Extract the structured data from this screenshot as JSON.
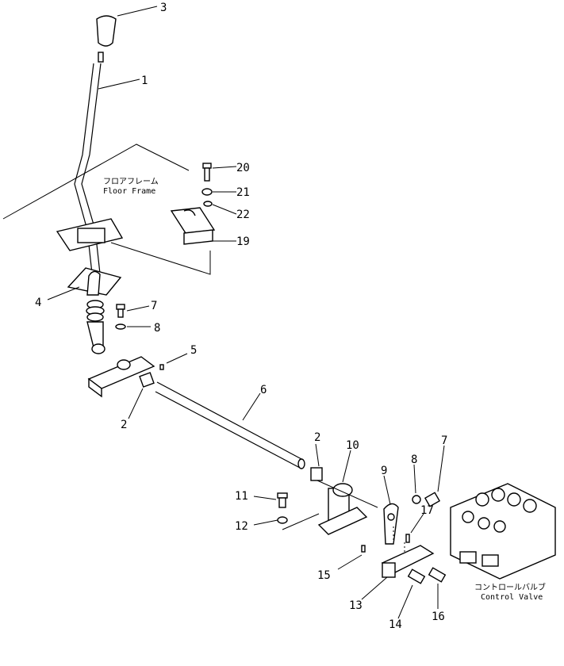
{
  "diagram": {
    "callouts": {
      "c1": "1",
      "c2a": "2",
      "c2b": "2",
      "c3": "3",
      "c4": "4",
      "c5": "5",
      "c6": "6",
      "c7a": "7",
      "c7b": "7",
      "c8a": "8",
      "c8b": "8",
      "c9": "9",
      "c10": "10",
      "c11": "11",
      "c12": "12",
      "c13": "13",
      "c14": "14",
      "c15": "15",
      "c16": "16",
      "c17": "17",
      "c19": "19",
      "c20": "20",
      "c21": "21",
      "c22": "22"
    },
    "labels": {
      "floor_frame_jp": "フロアフレーム",
      "floor_frame_en": "Floor Frame",
      "control_valve_jp": "コントロールバルブ",
      "control_valve_en": "Control Valve"
    }
  }
}
